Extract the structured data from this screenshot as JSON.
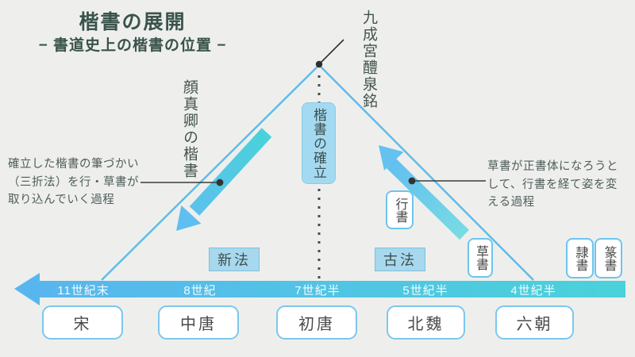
{
  "slide": {
    "title": "楷書の展開",
    "subtitle": "− 書道史上の楷書の位置 −"
  },
  "apex": {
    "label": "九成宮醴泉銘"
  },
  "center": {
    "label": "楷書の確立"
  },
  "left_branch": {
    "label": "顔真卿の楷書",
    "method": "新法",
    "annotation": [
      "確立した楷書の筆づかい",
      "（三折法）を行・草書が",
      "取り込んでいく過程"
    ]
  },
  "right_branch": {
    "method": "古法",
    "annotation": [
      "草書が正書体になろうと",
      "して、行書を経て姿を変",
      "える過程"
    ],
    "scripts": [
      "行書",
      "草書",
      "隷書",
      "篆書"
    ]
  },
  "timeline": {
    "periods": [
      "11世紀末",
      "8世紀",
      "7世紀半",
      "5世紀半",
      "4世紀半"
    ],
    "eras": [
      "宋",
      "中唐",
      "初唐",
      "北魏",
      "六朝"
    ]
  },
  "colors": {
    "background": "#EEEFEC",
    "accent_blue": "#5FBCE8",
    "accent_teal": "#4AD2DA",
    "box_fill": "#A7D8EE",
    "box_border": "#6EC4EF",
    "text_dark": "#3A534C"
  }
}
